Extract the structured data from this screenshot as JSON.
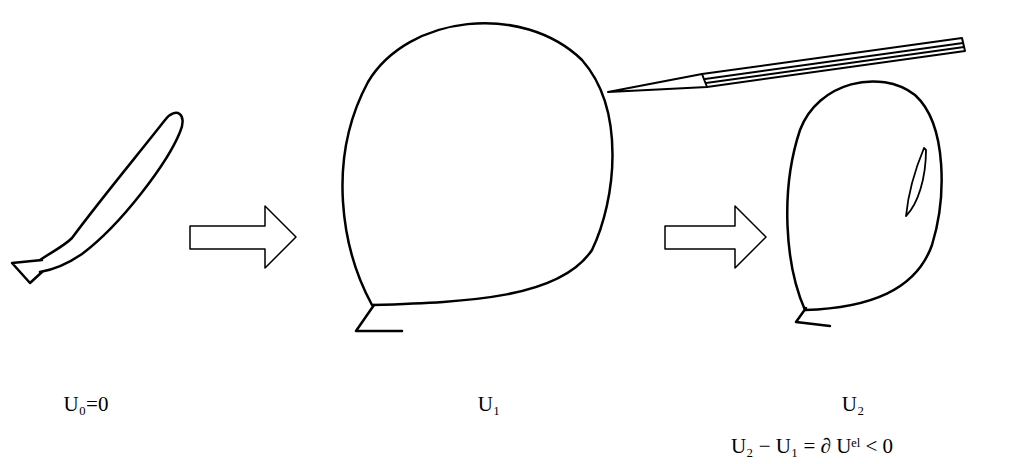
{
  "diagram": {
    "labels": [
      "U₀=0",
      "U₁",
      "U₂",
      "U₂ − U₁ = ∂ Uᵉˡ < 0"
    ]
  }
}
